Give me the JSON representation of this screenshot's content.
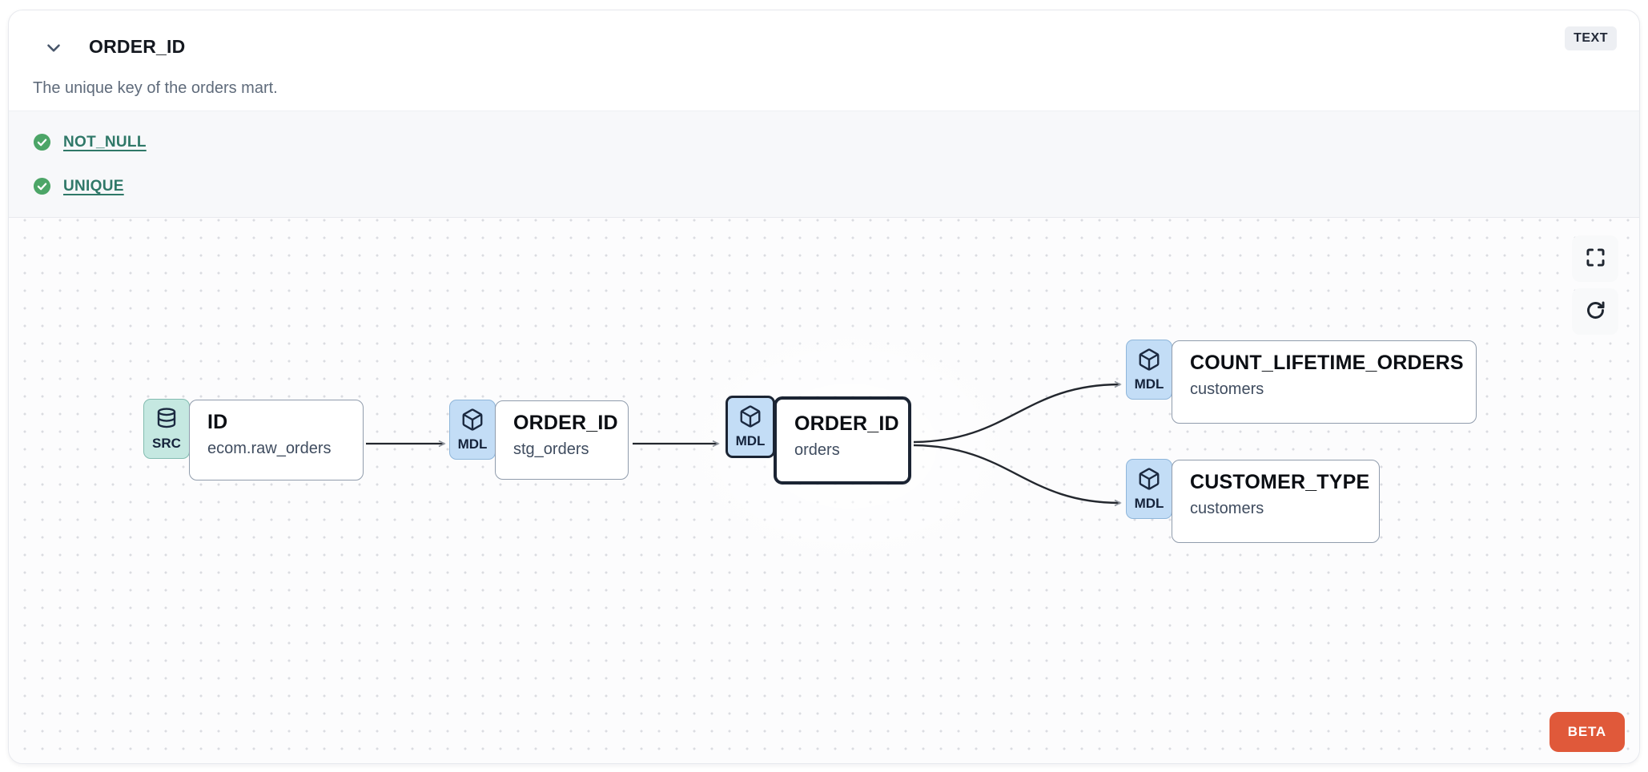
{
  "header": {
    "title": "ORDER_ID",
    "type_badge": "TEXT",
    "description": "The unique key of the orders mart."
  },
  "tests": {
    "items": [
      {
        "label": "NOT_NULL",
        "status": "passed"
      },
      {
        "label": "UNIQUE",
        "status": "passed"
      }
    ]
  },
  "lineage": {
    "nodes": [
      {
        "badge": "SRC",
        "icon": "database-icon",
        "title": "ID",
        "subtitle": "ecom.raw_orders",
        "selected": false
      },
      {
        "badge": "MDL",
        "icon": "cube-icon",
        "title": "ORDER_ID",
        "subtitle": "stg_orders",
        "selected": false
      },
      {
        "badge": "MDL",
        "icon": "cube-icon",
        "title": "ORDER_ID",
        "subtitle": "orders",
        "selected": true
      },
      {
        "badge": "MDL",
        "icon": "cube-icon",
        "title": "COUNT_LIFETIME_ORDERS",
        "subtitle": "customers",
        "selected": false
      },
      {
        "badge": "MDL",
        "icon": "cube-icon",
        "title": "CUSTOMER_TYPE",
        "subtitle": "customers",
        "selected": false
      }
    ]
  },
  "canvas": {
    "beta_label": "BETA"
  },
  "colors": {
    "accent_orange": "#e0593a",
    "test_pass_green": "#4ca567",
    "link_teal": "#2f7868",
    "source_badge_bg": "#c5e8e1",
    "model_badge_bg": "#c3ddf6",
    "selected_border": "#1b2433"
  }
}
